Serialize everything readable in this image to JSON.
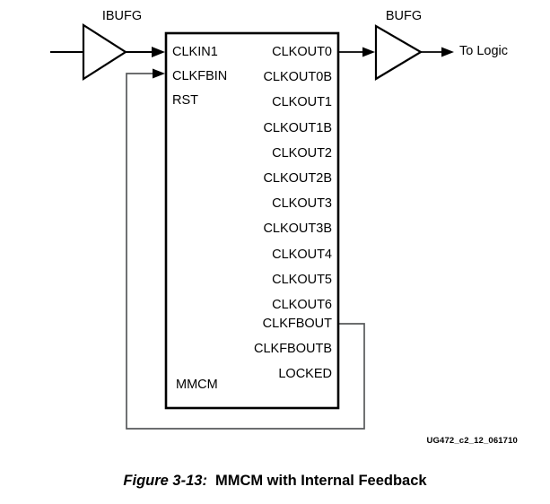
{
  "figure": {
    "number": "Figure 3-13:",
    "title": "MMCM with Internal Feedback",
    "id_code": "UG472_c2_12_061710"
  },
  "colors": {
    "line": "#000000",
    "feedback_line": "#58595b",
    "text": "#000000",
    "background": "#ffffff"
  },
  "diagram": {
    "type": "block-diagram",
    "block": {
      "name": "MMCM",
      "inputs": [
        {
          "label": "CLKIN1"
        },
        {
          "label": "CLKFBIN"
        },
        {
          "label": "RST"
        }
      ],
      "outputs": [
        {
          "label": "CLKOUT0"
        },
        {
          "label": "CLKOUT0B"
        },
        {
          "label": "CLKOUT1"
        },
        {
          "label": "CLKOUT1B"
        },
        {
          "label": "CLKOUT2"
        },
        {
          "label": "CLKOUT2B"
        },
        {
          "label": "CLKOUT3"
        },
        {
          "label": "CLKOUT3B"
        },
        {
          "label": "CLKOUT4"
        },
        {
          "label": "CLKOUT5"
        },
        {
          "label": "CLKOUT6"
        },
        {
          "label": "CLKFBOUT"
        },
        {
          "label": "CLKFBOUTB"
        },
        {
          "label": "LOCKED"
        }
      ]
    },
    "buffers": [
      {
        "label": "IBUFG"
      },
      {
        "label": "BUFG"
      }
    ],
    "nets": [
      {
        "label": "To Logic"
      }
    ]
  }
}
